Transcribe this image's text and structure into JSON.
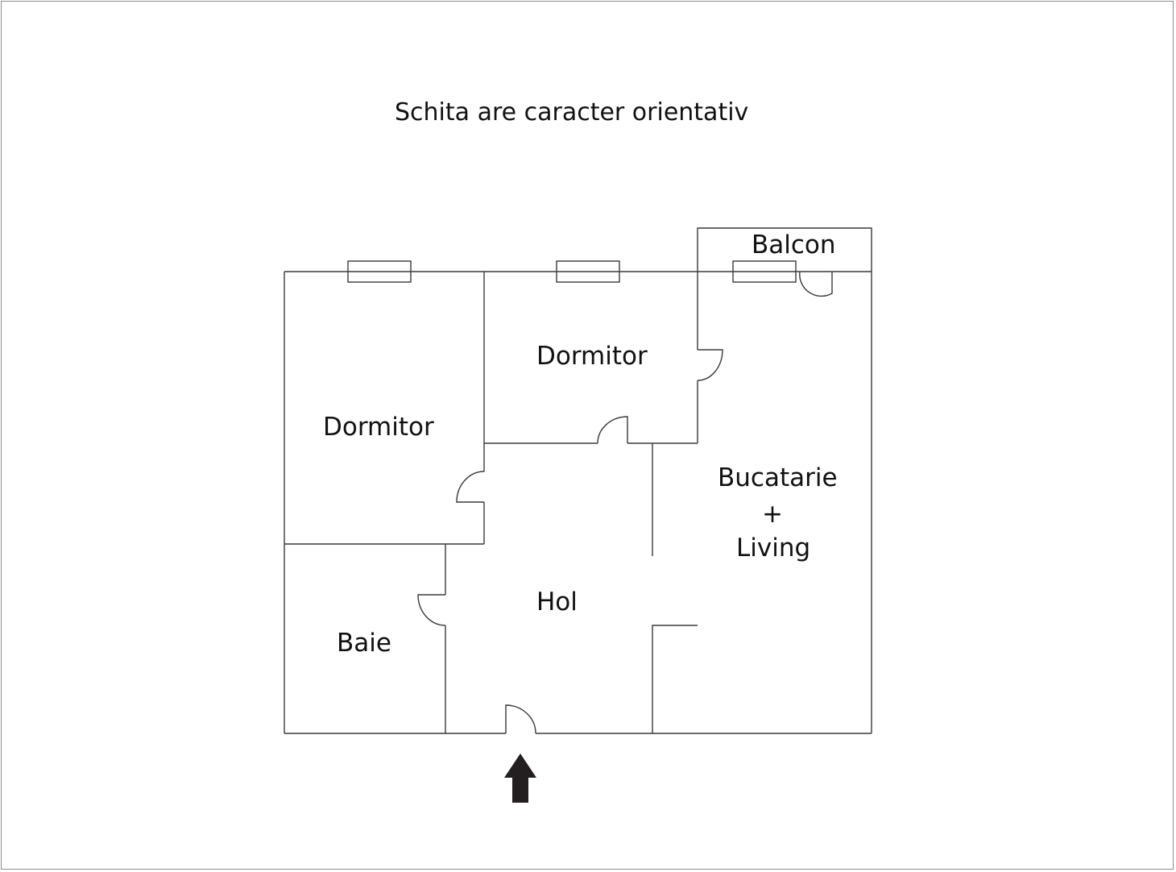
{
  "title": "Schita are caracter orientativ",
  "rooms": [
    {
      "id": "dormitor-left",
      "label": "Dormitor"
    },
    {
      "id": "dormitor-top",
      "label": "Dormitor"
    },
    {
      "id": "balcon",
      "label": "Balcon"
    },
    {
      "id": "bucatarie-living",
      "label_line1": "Bucatarie",
      "label_line2": "+",
      "label_line3": "Living"
    },
    {
      "id": "hol",
      "label": "Hol"
    },
    {
      "id": "baie",
      "label": "Baie"
    }
  ],
  "entrance": {
    "icon": "arrow-up-icon",
    "color": "#231f20"
  },
  "colors": {
    "wall": "#3a3a3a",
    "frame": "#8c8c8c",
    "background": "#ffffff"
  }
}
